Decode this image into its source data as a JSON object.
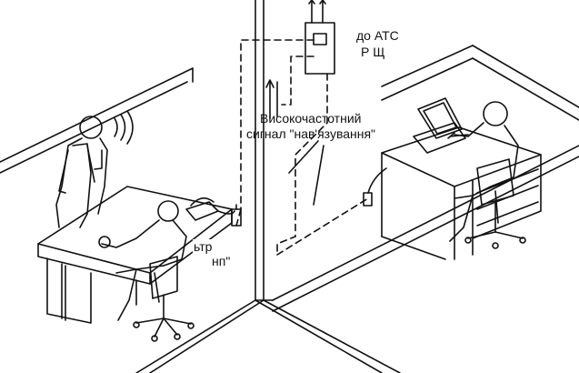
{
  "labels": {
    "ats_line1": "до АТС",
    "ats_line2": "Р Щ",
    "signal_line1": "Високочастотний",
    "signal_line2": "сигнал \"нав'язування\"",
    "filter_line1": "ьтр",
    "filter_line2": "нп\""
  },
  "colors": {
    "ink": "#111111",
    "background": "#ffffff"
  }
}
